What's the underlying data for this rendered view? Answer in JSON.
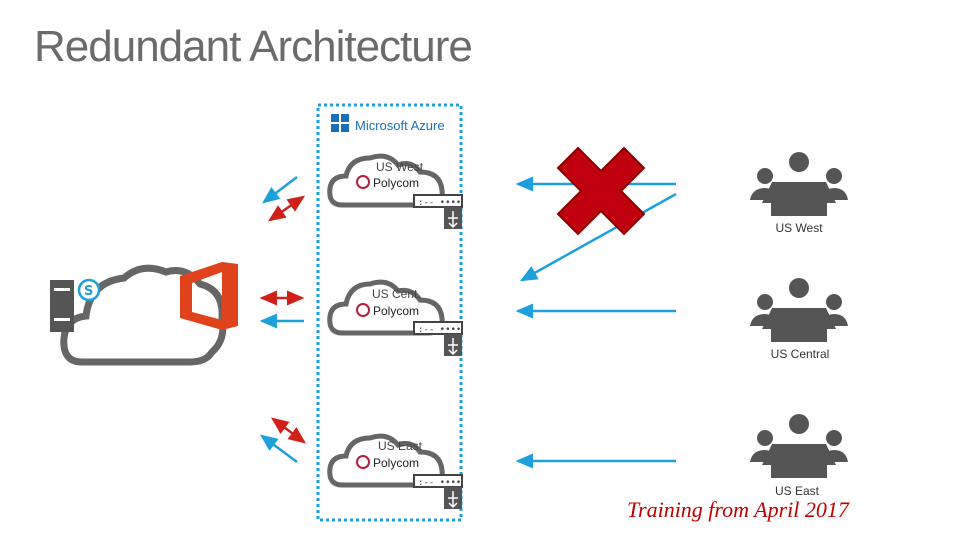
{
  "title": "Redundant Architecture",
  "azure_label": "Microsoft Azure",
  "regions": [
    {
      "name": "US West",
      "brand": "Polycom"
    },
    {
      "name": "US Cent.",
      "brand": "Polycom"
    },
    {
      "name": "US East",
      "brand": "Polycom"
    }
  ],
  "rooms": [
    {
      "label": "US West"
    },
    {
      "label": "US Central"
    },
    {
      "label": "US East"
    }
  ],
  "footnote": "Training from April 2017",
  "colors": {
    "title": "#6b6b6b",
    "azure_border": "#1ea0dc",
    "arrow_blue": "#1ea0dc",
    "arrow_red": "#d0201a",
    "cross": "#c0000f",
    "office": "#e0421b",
    "people": "#555555"
  }
}
